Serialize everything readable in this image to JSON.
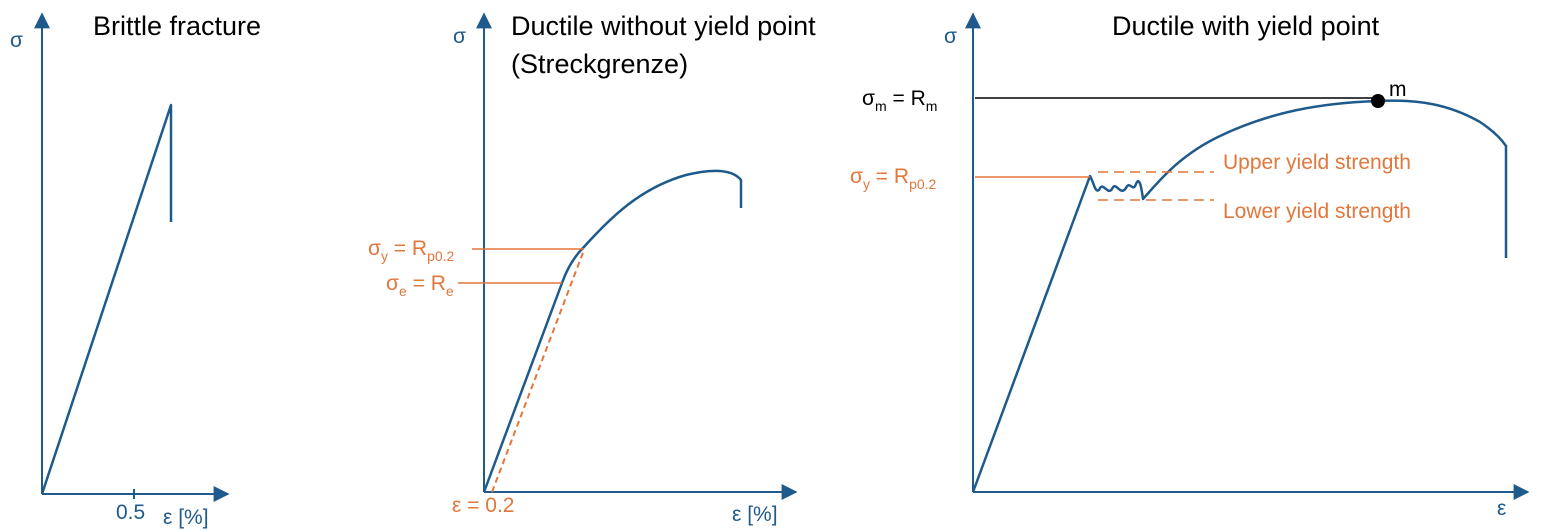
{
  "colors": {
    "axis": "#1f5a8c",
    "curve": "#1f5a8c",
    "annotation": "#e2773b",
    "black": "#000000"
  },
  "panels": [
    {
      "title": "Brittle fracture",
      "y_axis": "σ",
      "x_axis": "ε [%]",
      "x_tick": "0.5"
    },
    {
      "title_line1": "Ductile without yield point",
      "title_line2": "(Streckgrenze)",
      "y_axis": "σ",
      "x_axis": "ε [%]",
      "offset_label": "ε = 0.2",
      "sigma_y": {
        "sym": "σ",
        "sym_sub": "y",
        "eq": " = R",
        "r_sub": "p0.2"
      },
      "sigma_e": {
        "sym": "σ",
        "sym_sub": "e",
        "eq": " = R",
        "r_sub": "e"
      }
    },
    {
      "title": "Ductile with yield point",
      "y_axis": "σ",
      "x_axis": "ε",
      "point_label": "m",
      "sigma_m": {
        "sym": "σ",
        "sym_sub": "m",
        "eq": " = R",
        "r_sub": "m"
      },
      "sigma_y": {
        "sym": "σ",
        "sym_sub": "y",
        "eq": " = R",
        "r_sub": "p0.2"
      },
      "upper_yield": "Upper yield strength",
      "lower_yield": "Lower yield strength"
    }
  ]
}
